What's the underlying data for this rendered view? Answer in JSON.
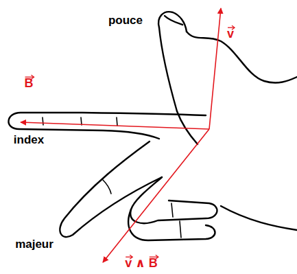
{
  "diagram": {
    "labels": [
      "pouce",
      "v",
      "B",
      "index",
      "majeur",
      "v ∧ B"
    ]
  }
}
